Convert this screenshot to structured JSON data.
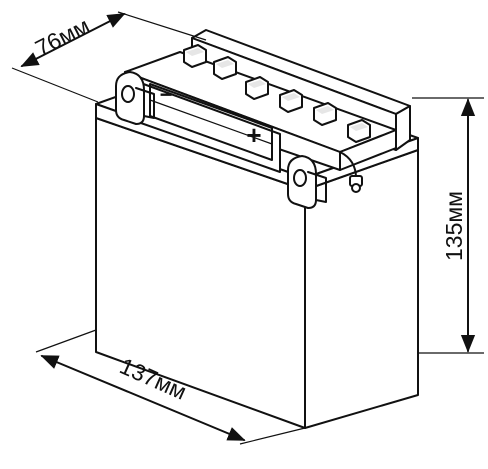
{
  "dimensions": {
    "width_label": "76мм",
    "length_label": "137мм",
    "height_label": "135мм"
  },
  "terminals": {
    "negative_symbol": "−",
    "positive_symbol": "+"
  },
  "colors": {
    "line": "#111111",
    "background": "#ffffff"
  }
}
